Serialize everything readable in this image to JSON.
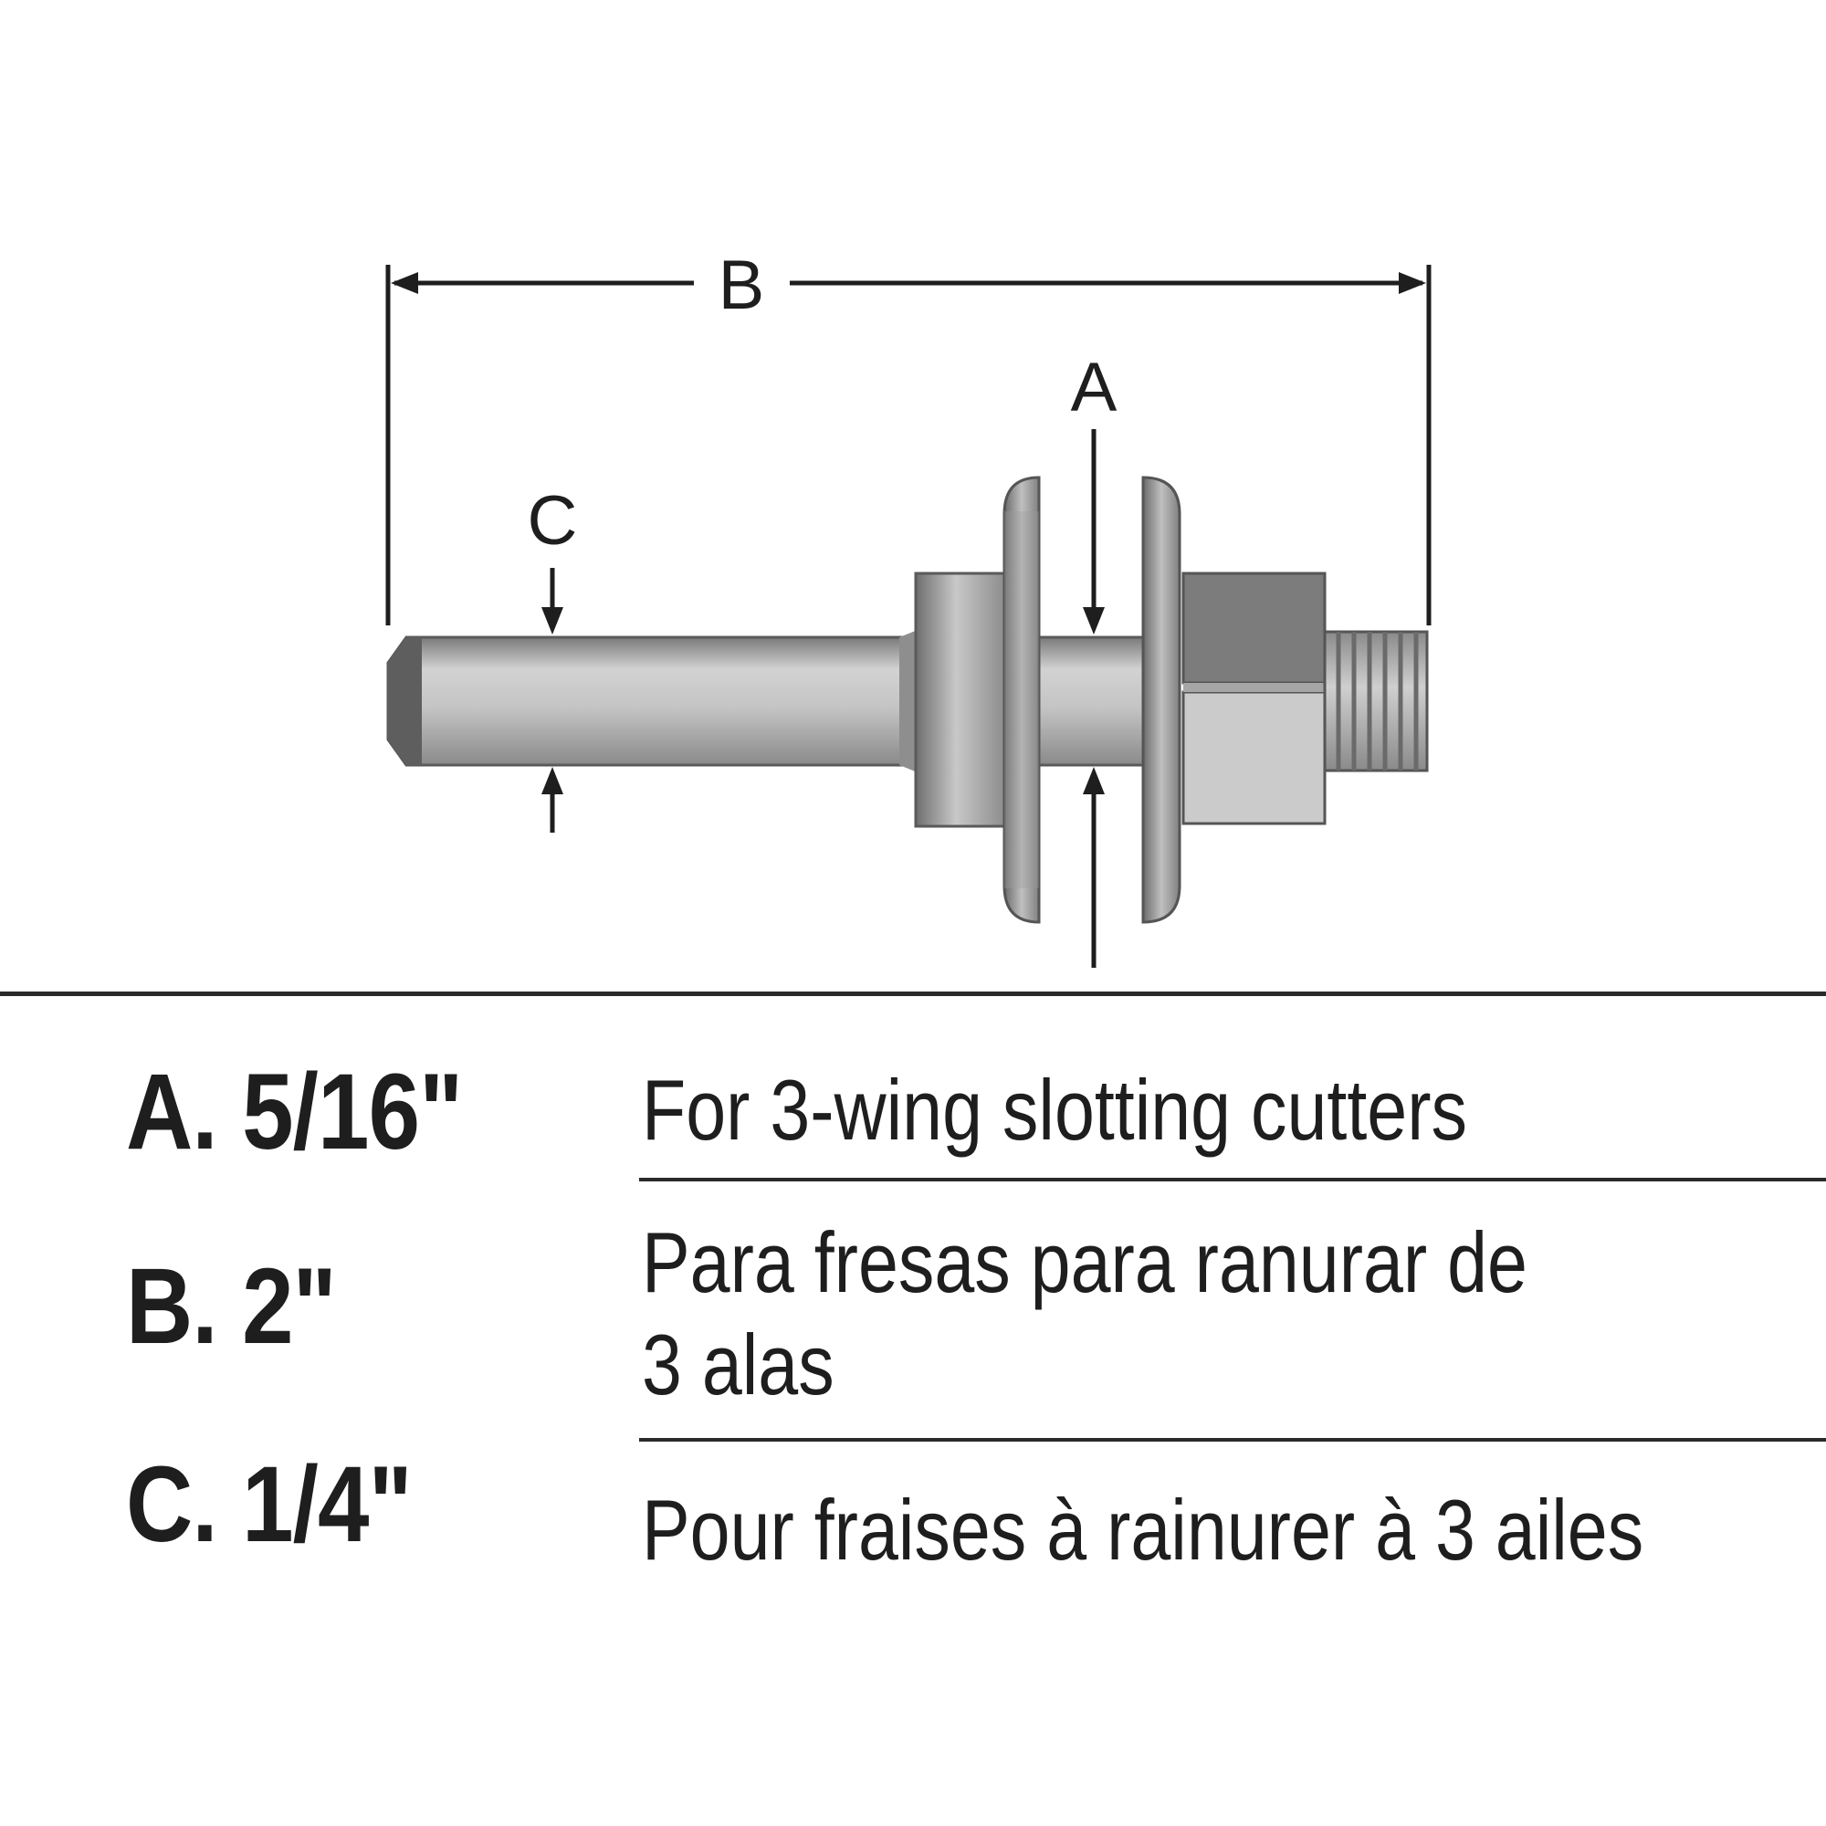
{
  "diagram": {
    "labels": {
      "a": "A",
      "b": "B",
      "c": "C"
    }
  },
  "specs": [
    {
      "code": "A. 5/16\"",
      "text": "For 3-wing slotting cutters"
    },
    {
      "code": "B. 2\"",
      "text": "Para fresas para ranurar de\n3 alas"
    },
    {
      "code": "C. 1/4\"",
      "text": "Pour fraises à rainurer à 3 ailes"
    }
  ],
  "colors": {
    "ink": "#1e1e1e",
    "metal_dark": "#5c5c5c",
    "metal_mid": "#a6a6a6",
    "metal_light": "#d6d6d6"
  }
}
